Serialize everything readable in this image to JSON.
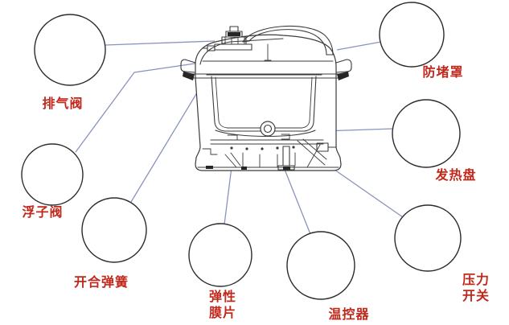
{
  "diagram": {
    "kind": "pressure-cooker-parts-callout-diagram",
    "language": "zh-CN"
  },
  "parts": [
    {
      "id": "exhaust-valve",
      "label": "排气阀"
    },
    {
      "id": "float-valve",
      "label": "浮子阀"
    },
    {
      "id": "open-close-spring",
      "label": "开合弹簧"
    },
    {
      "id": "elastic-diaphragm",
      "label": "弹性\n膜片"
    },
    {
      "id": "thermostat",
      "label": "温控器"
    },
    {
      "id": "anti-block-cover",
      "label": "防堵罩"
    },
    {
      "id": "heating-plate",
      "label": "发热盘"
    },
    {
      "id": "pressure-switch",
      "label": "压力开关"
    }
  ],
  "colors": {
    "label_red": "#c1271b",
    "leader_blue": "#8a93c0",
    "line_ink": "#3b3b3b",
    "ring_ink": "#2b2b2b",
    "background": "#ffffff"
  }
}
